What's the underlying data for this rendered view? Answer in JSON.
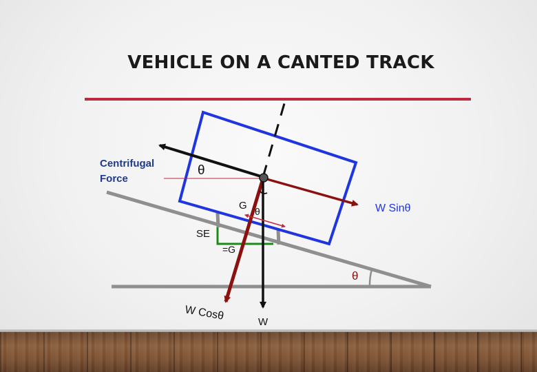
{
  "title": "VEHICLE ON A CANTED TRACK",
  "labels": {
    "centrifugal_line1": "Centrifugal",
    "centrifugal_line2": "Force",
    "theta_top": "θ",
    "g": "G",
    "theta_mid": "θ",
    "w_sin": "W Sinθ",
    "se": "SE",
    "eq_g": "=G",
    "theta_base": "θ",
    "w_cos": "W Cosθ",
    "w": "W"
  },
  "colors": {
    "title_rule": "#c0283f",
    "vehicle": "#1f35e0",
    "force_dark_red": "#8b1111",
    "force_black": "#111111",
    "track": "#8f8f8f",
    "centrifugal_text": "#1f3a8a",
    "theta_base_text": "#8b1111",
    "se_bracket": "#1a8a1a",
    "g_span": "#c0283f"
  }
}
